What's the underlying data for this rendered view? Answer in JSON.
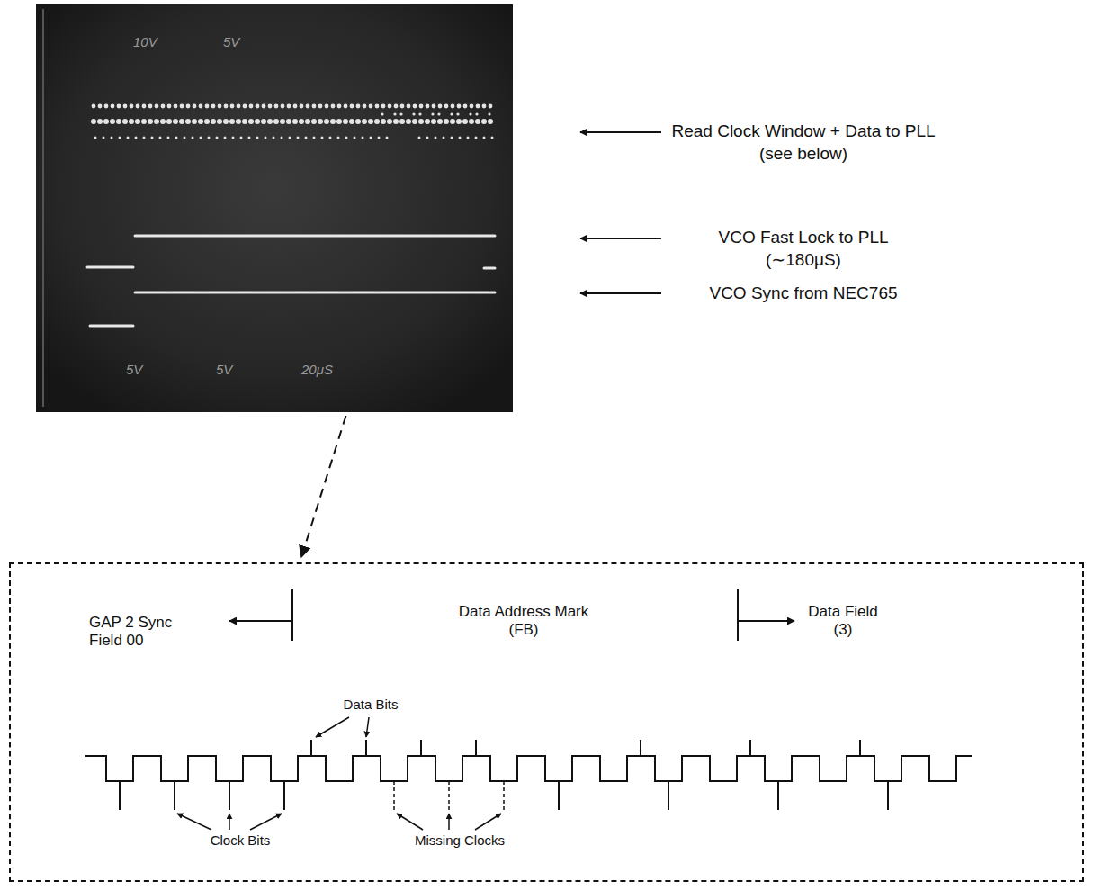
{
  "diagram": {
    "nodes": [
      {
        "text": [
          "10V",
          "5V",
          "5V",
          "5V",
          "20μS"
        ]
      },
      {
        "text": [
          "GAP 2 Sync Field 00",
          "Data Address Mark (FB)",
          "Data Field (3)",
          "Data Bits",
          "Clock Bits",
          "Missing Clocks"
        ]
      }
    ],
    "edges": [
      {
        "from": 0,
        "to": 1,
        "arrow": "to"
      }
    ],
    "labels": [
      "Read Clock Window + Data to PLL (see below)",
      "VCO Fast Lock to PLL (∼180μS)",
      "VCO Sync from NEC765"
    ]
  }
}
